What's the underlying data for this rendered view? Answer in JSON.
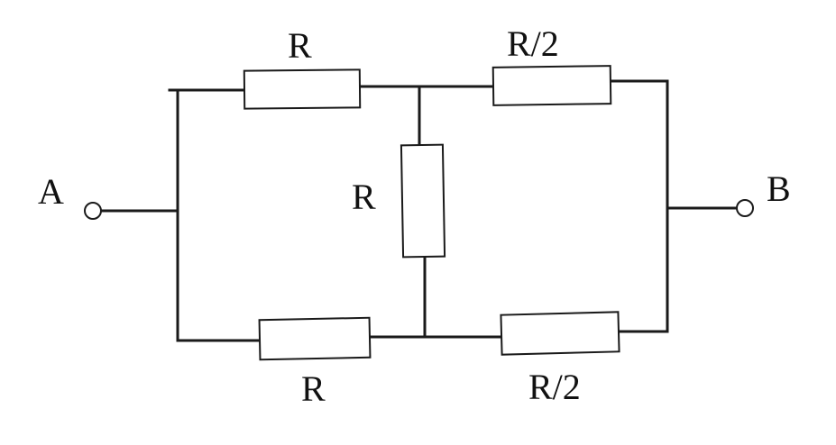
{
  "nodes": {
    "a": "A",
    "b": "B"
  },
  "resistors": {
    "top_left": "R",
    "top_right": "R/2",
    "middle": "R",
    "bottom_left": "R",
    "bottom_right": "R/2"
  },
  "colors": {
    "ink": "#1a1a1a",
    "paper": "#ffffff"
  }
}
